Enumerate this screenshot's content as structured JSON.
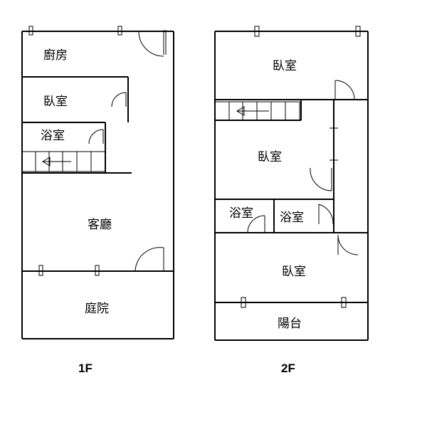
{
  "floors": {
    "first": {
      "label": "1F",
      "rooms": {
        "kitchen": "廚房",
        "bedroom": "臥室",
        "bathroom": "浴室",
        "living_room": "客廳",
        "courtyard": "庭院"
      }
    },
    "second": {
      "label": "2F",
      "rooms": {
        "bedroom_front": "臥室",
        "bedroom_middle": "臥室",
        "bathroom_left": "浴室",
        "bathroom_right": "浴室",
        "bedroom_rear": "臥室",
        "balcony": "陽台"
      }
    }
  }
}
